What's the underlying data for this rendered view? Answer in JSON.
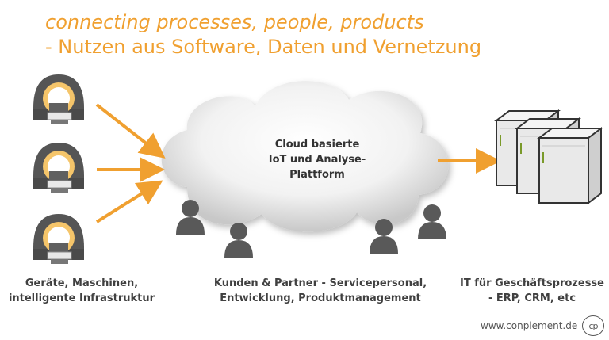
{
  "title": {
    "line1": "connecting processes, people, products",
    "line2": "- Nutzen aus Software, Daten und Vernetzung"
  },
  "cloud": {
    "line1": "Cloud basierte",
    "line2": "IoT und Analyse-",
    "line3": "Plattform"
  },
  "labels": {
    "devices_line1": "Geräte, Maschinen,",
    "devices_line2": "intelligente Infrastruktur",
    "people_line1": "Kunden & Partner - Servicepersonal,",
    "people_line2": "Entwicklung, Produktmanagement",
    "it_line1": "IT für Geschäftsprozesse",
    "it_line2": "- ERP, CRM, etc"
  },
  "footer": {
    "website": "www.conplement.de",
    "logo_text": "cp"
  },
  "icons": {
    "devices": "mri-scanner-icon",
    "people": "person-icon",
    "servers": "server-icon"
  },
  "colors": {
    "accent": "#f0a030",
    "text": "#404040",
    "device": "#555555",
    "person": "#595959"
  }
}
